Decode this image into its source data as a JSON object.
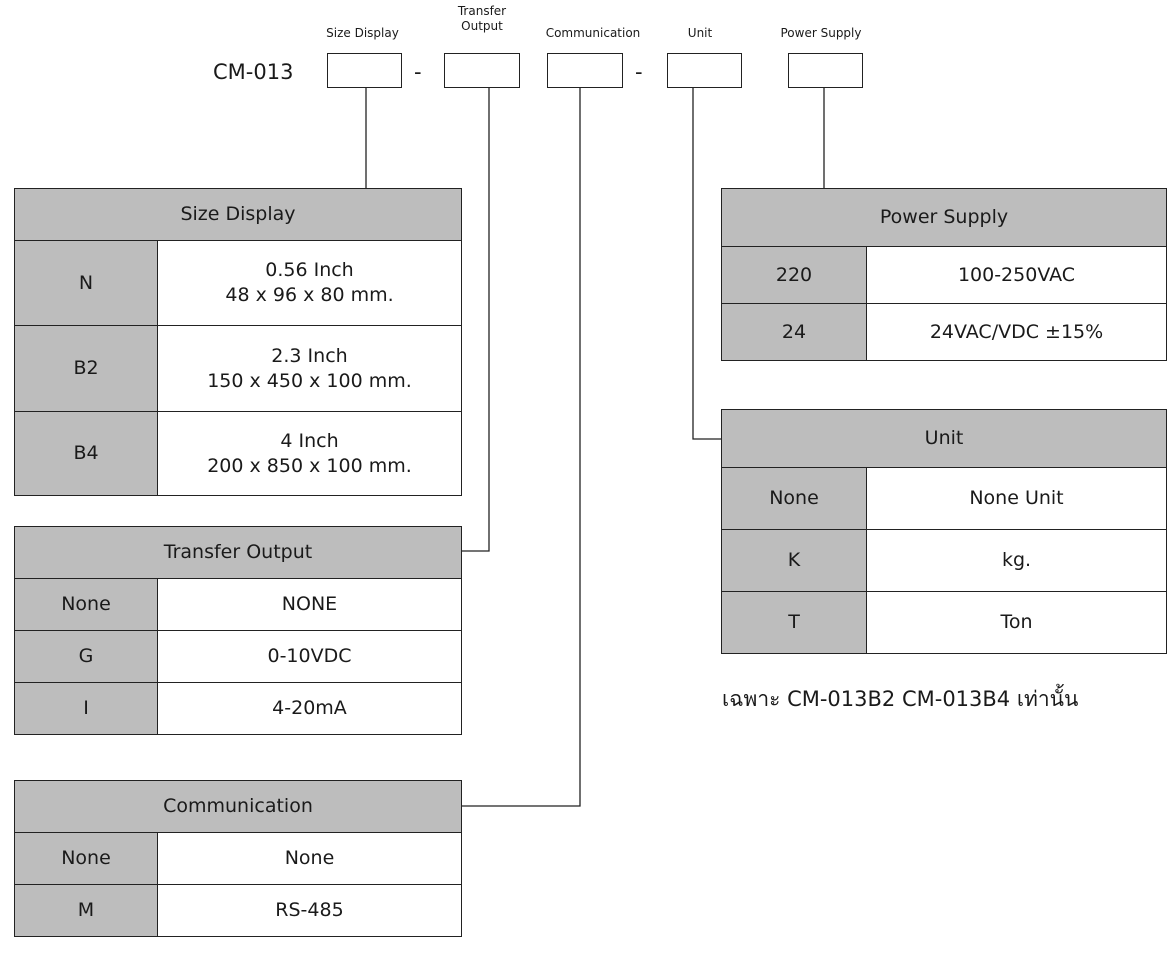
{
  "header": {
    "model": "CM-013",
    "dash1": "-",
    "dash2": "-",
    "labels": {
      "size_display": "Size Display",
      "transfer_output": "Transfer\nOutput",
      "communication": "Communication",
      "unit": "Unit",
      "power_supply": "Power Supply"
    }
  },
  "size_display": {
    "title": "Size Display",
    "rows": [
      {
        "code": "N",
        "line1": "0.56 Inch",
        "line2": "48 x 96 x 80 mm."
      },
      {
        "code": "B2",
        "line1": "2.3 Inch",
        "line2": "150 x 450 x 100 mm."
      },
      {
        "code": "B4",
        "line1": "4 Inch",
        "line2": "200 x 850 x 100 mm."
      }
    ]
  },
  "transfer_output": {
    "title": "Transfer Output",
    "rows": [
      {
        "code": "None",
        "desc": "NONE"
      },
      {
        "code": "G",
        "desc": "0-10VDC"
      },
      {
        "code": "I",
        "desc": "4-20mA"
      }
    ]
  },
  "communication": {
    "title": "Communication",
    "rows": [
      {
        "code": "None",
        "desc": "None"
      },
      {
        "code": "M",
        "desc": "RS-485"
      }
    ]
  },
  "power_supply": {
    "title": "Power Supply",
    "rows": [
      {
        "code": "220",
        "desc": "100-250VAC"
      },
      {
        "code": "24",
        "desc": "24VAC/VDC ±15%"
      }
    ]
  },
  "unit": {
    "title": "Unit",
    "rows": [
      {
        "code": "None",
        "desc": "None Unit"
      },
      {
        "code": "K",
        "desc": "kg."
      },
      {
        "code": "T",
        "desc": "Ton"
      }
    ]
  },
  "note": "เฉพาะ CM-013B2 CM-013B4 เท่านั้น"
}
